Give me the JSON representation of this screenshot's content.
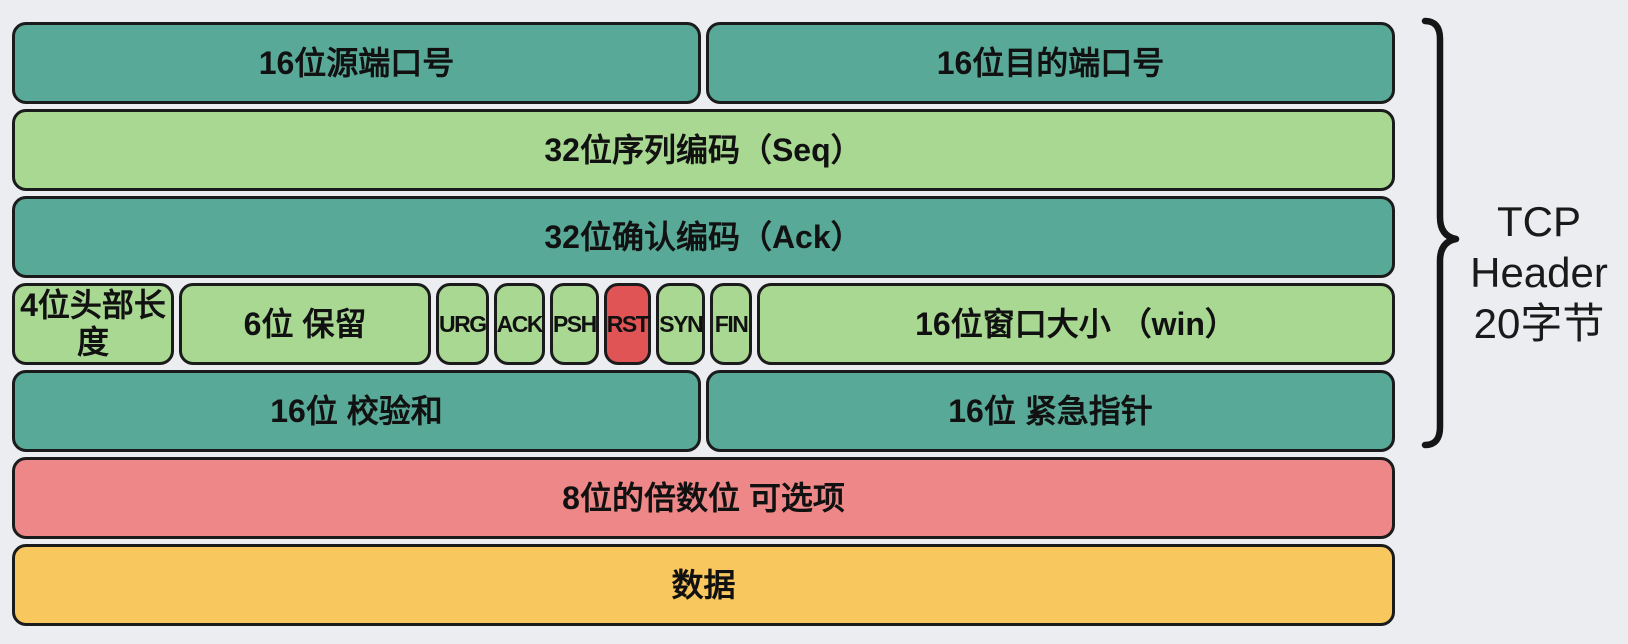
{
  "diagram": {
    "rows": [
      {
        "cells": [
          {
            "label": "16位源端口号"
          },
          {
            "label": "16位目的端口号"
          }
        ]
      },
      {
        "cells": [
          {
            "label": "32位序列编码（Seq）"
          }
        ]
      },
      {
        "cells": [
          {
            "label": "32位确认编码（Ack）"
          }
        ]
      },
      {
        "cells": [
          {
            "label": "4位头部长度"
          },
          {
            "label": "6位 保留"
          },
          {
            "label": "URG"
          },
          {
            "label": "ACK"
          },
          {
            "label": "PSH"
          },
          {
            "label": "RST"
          },
          {
            "label": "SYN"
          },
          {
            "label": "FIN"
          },
          {
            "label": "16位窗口大小 （win）"
          }
        ]
      },
      {
        "cells": [
          {
            "label": "16位 校验和"
          },
          {
            "label": "16位 紧急指针"
          }
        ]
      },
      {
        "cells": [
          {
            "label": "8位的倍数位 可选项"
          }
        ]
      },
      {
        "cells": [
          {
            "label": "数据"
          }
        ]
      }
    ],
    "brace_label": {
      "line1": "TCP",
      "line2": "Header",
      "line3": "20字节"
    }
  },
  "colors": {
    "background": "#ebedf0",
    "teal": "#59a998",
    "light_green": "#a9d893",
    "flag_highlight_red": "#e05455",
    "options_pink": "#ee8787",
    "data_orange": "#f8c75e",
    "border": "#1b1b1b",
    "text": "#111111"
  }
}
